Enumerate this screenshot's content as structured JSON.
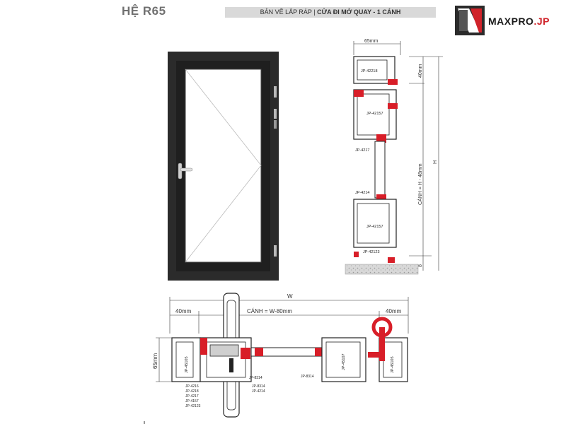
{
  "header": {
    "system_title": "HỆ R65",
    "banner_prefix": "BẢN VẼ LẮP RÁP | ",
    "banner_bold": "CỬA ĐI MỞ QUAY - 1 CÁNH"
  },
  "logo": {
    "brand_main": "MAXPRO",
    "brand_suffix": ".JP",
    "icon": "maxpro-logo-icon"
  },
  "section_view": {
    "dim_width": "65mm",
    "dim_top": "40mm",
    "dim_leaf_height": "CÁNH = H - 48mm",
    "dim_height": "H",
    "dim_bottom": "8",
    "profiles": {
      "p1": "JP-42218",
      "p2": "JP-42157",
      "p3": "JP-4217",
      "p4": "JP-4214",
      "p5": "JP-42157",
      "p6": "JP-42123"
    }
  },
  "plan_view": {
    "dim_total": "W",
    "dim_left": "40mm",
    "dim_leaf": "CÁNH = W-80mm",
    "dim_right": "40mm",
    "dim_depth": "65mm",
    "profiles": {
      "left_frame": "JP-45105",
      "l1": "JP-4216",
      "l2": "JP-4218",
      "l3": "JP-4217",
      "l4": "JP-4157",
      "l5": "JP-42123",
      "m1": "JP-8314",
      "m2": "JP-8314",
      "m3": "JP-4214",
      "m4": "JP-8314",
      "right_leaf": "JP-45107",
      "right_frame": "JP-45105"
    }
  },
  "colors": {
    "frame": "#2a2a2a",
    "gasket": "#d81e28",
    "profile_fill": "#ffffff",
    "profile_stroke": "#222222",
    "floor": "#cfcfcf",
    "banner_bg": "#d9d9d9"
  }
}
